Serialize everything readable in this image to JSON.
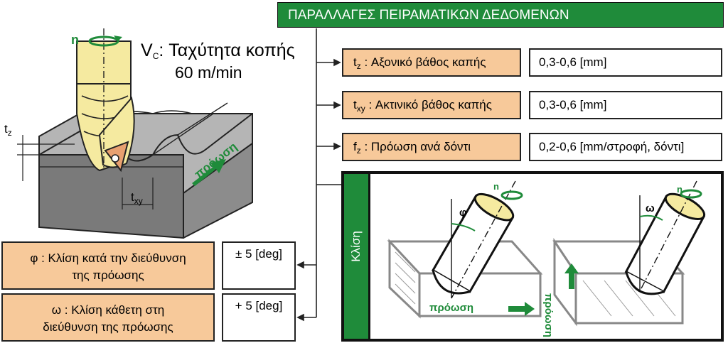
{
  "header": {
    "title": "ΠΑΡΑΛΛΑΓΕΣ ΠΕΙΡΑΜΑΤΙΚΩΝ ΔΕΔΟΜΕΝΩΝ"
  },
  "tool": {
    "n_label": "n",
    "vc_symbol": "V",
    "vc_sub": "C",
    "vc_text": ": Ταχύτητα κοπής",
    "vc_value": "60 m/min",
    "tz_label": "t",
    "tz_sub": "z",
    "txy_label": "t",
    "txy_sub": "xy",
    "feed_label": "πρόωση"
  },
  "parameters": [
    {
      "sym": "t",
      "sub": "z",
      "label": " : Αξονικό βάθος καπής",
      "value": "0,3-0,6 [mm]"
    },
    {
      "sym": "t",
      "sub": "xy",
      "label": " : Ακτινικό βάθος καπής",
      "value": "0,3-0,6 [mm]"
    },
    {
      "sym": "f",
      "sub": "z",
      "label": " : Πρόωση ανά δόντι",
      "value": "0,2-0,6 [mm/στροφή, δόντι]"
    }
  ],
  "angles": [
    {
      "line1": "φ : Κλίση κατά την διεύθυνση",
      "line2": "της πρόωσης",
      "value": "± 5 [deg]"
    },
    {
      "line1": "ω : Κλίση κάθετη στη",
      "line2": "διεύθυνση της πρόωσης",
      "value": "+ 5 [deg]"
    }
  ],
  "inclination": {
    "title": "Κλίση",
    "left": {
      "n": "n",
      "angle": "φ",
      "feed": "πρόωση"
    },
    "right": {
      "n": "n",
      "angle": "ω",
      "feed": "πρόωση"
    }
  },
  "colors": {
    "green": "#1f8b3a",
    "orange": "#f7c99a",
    "tool_yellow": "#f5eaa0",
    "block_gray": "#8c8c8c"
  }
}
